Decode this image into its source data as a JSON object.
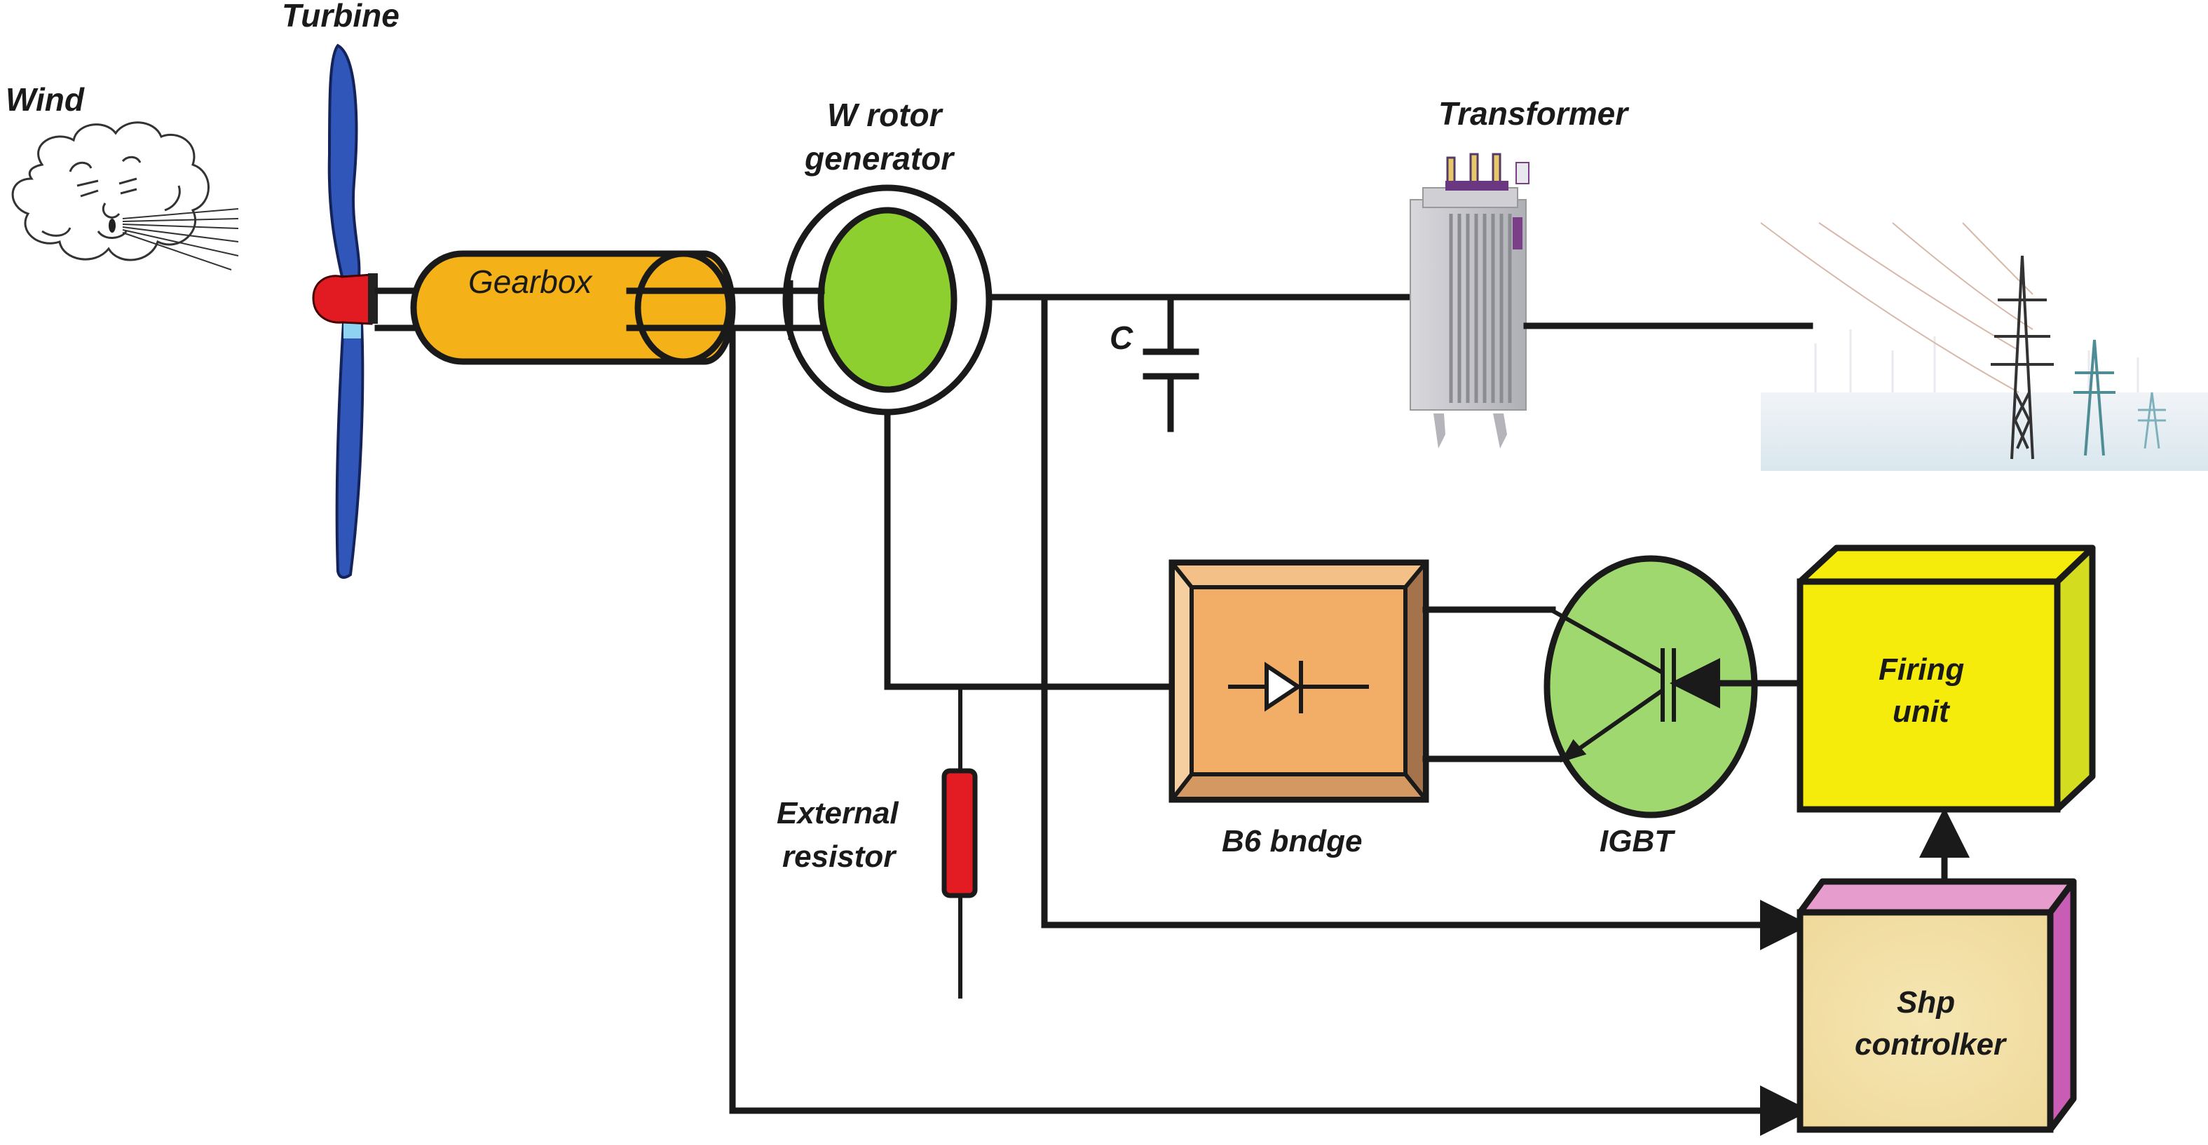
{
  "diagram": {
    "title_labels": {
      "wind": "Wind",
      "turbine": "Turbine",
      "gearbox": "Gearbox",
      "generator_line1": "W rotor",
      "generator_line2": "generator",
      "transformer": "Transformer",
      "capacitor": "C",
      "external_resistor_line1": "External",
      "external_resistor_line2": "resistor",
      "b6_bridge": "B6 bndge",
      "igbt": "IGBT",
      "firing_unit_line1": "Firing",
      "firing_unit_line2": "unit",
      "controller_line1": "Shp",
      "controller_line2": "controlker"
    },
    "colors": {
      "blade": "#2f56b8",
      "hub": "#e21b23",
      "gearbox": "#f4b218",
      "generator_rotor": "#8ccf2e",
      "b6_face": "#f2ae66",
      "b6_top": "#f3c088",
      "b6_left": "#f6cfa0",
      "b6_right": "#a4734c",
      "b6_bottom": "#d49962",
      "igbt": "#a0d870",
      "firing_face": "#f5ec0c",
      "firing_side": "#d3dc1e",
      "controller_face": "#f3e2a8",
      "controller_top": "#e69ccd",
      "controller_side": "#c95db6",
      "resistor": "#e31b23",
      "wire": "#1a1a1a"
    },
    "icons": {
      "wind": "cloud-face-blowing-icon",
      "turbine": "propeller-blade-icon",
      "transformer": "power-transformer-icon",
      "grid": "transmission-tower-icon",
      "diode": "diode-symbol-icon",
      "igbt": "igbt-transistor-symbol-icon",
      "capacitor": "capacitor-symbol-icon"
    }
  }
}
